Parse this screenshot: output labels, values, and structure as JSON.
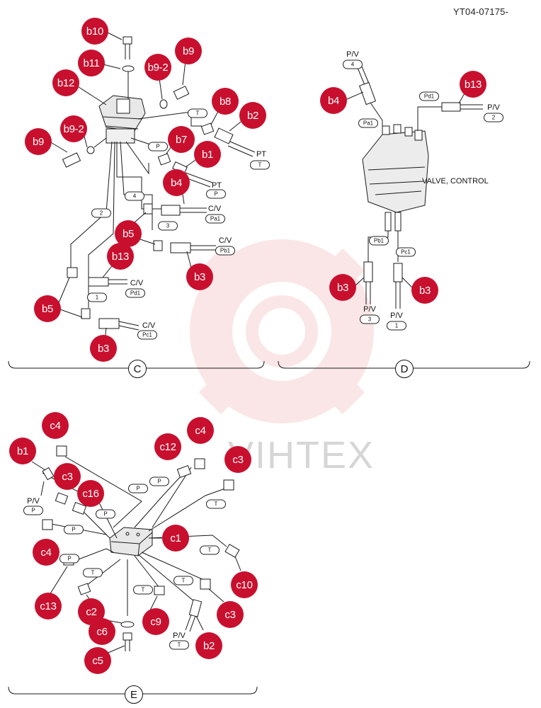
{
  "doc_code": "YT04-07175-",
  "valve_label": "VALVE, CONTROL",
  "watermark": "VIHTEX",
  "sections": [
    "C",
    "D",
    "E"
  ],
  "callouts": {
    "C": [
      "b10",
      "b11",
      "b9",
      "b9-2",
      "b12",
      "b8",
      "b2",
      "b9-2",
      "b9",
      "b7",
      "b1",
      "b4",
      "b5",
      "b13",
      "b3",
      "b5",
      "b3"
    ],
    "D": [
      "b4",
      "b13",
      "b3",
      "b3"
    ],
    "E": [
      "c4",
      "b1",
      "c3",
      "c16",
      "c4",
      "c12",
      "c4",
      "c3",
      "c1",
      "c10",
      "c13",
      "c2",
      "c6",
      "c9",
      "c3",
      "b2",
      "c5"
    ]
  },
  "port_labels": {
    "C": [
      "PT",
      "PT",
      "C/V",
      "C/V",
      "C/V",
      "C/V"
    ],
    "D": [
      "P/V",
      "P/V",
      "P/V",
      "P/V"
    ],
    "E": [
      "P/V",
      "P/V"
    ]
  },
  "oval_tags": {
    "C": [
      "T",
      "P",
      "T",
      "4",
      "2",
      "P",
      "3",
      "Pa1",
      "Pb1",
      "1",
      "Pd1",
      "Pc1"
    ],
    "D": [
      "4",
      "Pd1",
      "Pa1",
      "2",
      "Pb1",
      "Pc1",
      "3",
      "1"
    ],
    "E": [
      "P",
      "P",
      "P",
      "P",
      "T",
      "P",
      "P",
      "T",
      "T",
      "T",
      "T",
      "T"
    ]
  },
  "colors": {
    "callout": "#c8102e",
    "line": "#1a1a1a",
    "watermark": "#f2b8b8"
  }
}
